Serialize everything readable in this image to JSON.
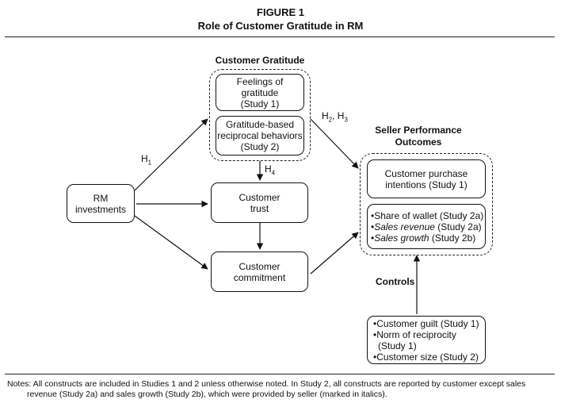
{
  "figure": {
    "label": "FIGURE 1",
    "title": "Role of Customer Gratitude in RM"
  },
  "groups": {
    "customer_gratitude": "Customer Gratitude",
    "seller_performance": [
      "Seller Performance",
      "Outcomes"
    ],
    "controls": "Controls"
  },
  "boxes": {
    "feelings": [
      "Feelings of",
      "gratitude",
      "(Study 1)"
    ],
    "behaviors": [
      "Gratitude-based",
      "reciprocal behaviors",
      "(Study 2)"
    ],
    "rm_investments": [
      "RM",
      "investments"
    ],
    "trust": [
      "Customer",
      "trust"
    ],
    "commitment": [
      "Customer",
      "commitment"
    ],
    "purchase": [
      "Customer purchase",
      "intentions (Study 1)"
    ],
    "outcomes_list": [
      {
        "text": "•Share of wallet (Study 2a)",
        "italic": false
      },
      {
        "text": "•Sales revenue (Study 2a)",
        "italic_part": "Sales revenue"
      },
      {
        "text": "•Sales growth (Study 2b)",
        "italic_part": "Sales growth"
      }
    ],
    "controls_list": [
      "•Customer guilt (Study 1)",
      "•Norm of reciprocity",
      "(Study 1)",
      "•Customer size (Study 2)"
    ]
  },
  "hypotheses": {
    "h1": {
      "base": "H",
      "sub": "1"
    },
    "h23": {
      "base": "H",
      "sub": "2",
      "sep": ", ",
      "base2": "H",
      "sub2": "3"
    },
    "h4": {
      "base": "H",
      "sub": "4"
    }
  },
  "notes": {
    "line1": "Notes: All constructs are included in Studies 1 and 2 unless otherwise noted. In Study 2, all constructs are reported by customer except sales",
    "line2": "revenue (Study 2a) and sales growth (Study 2b), which were provided by seller (marked in italics)."
  }
}
